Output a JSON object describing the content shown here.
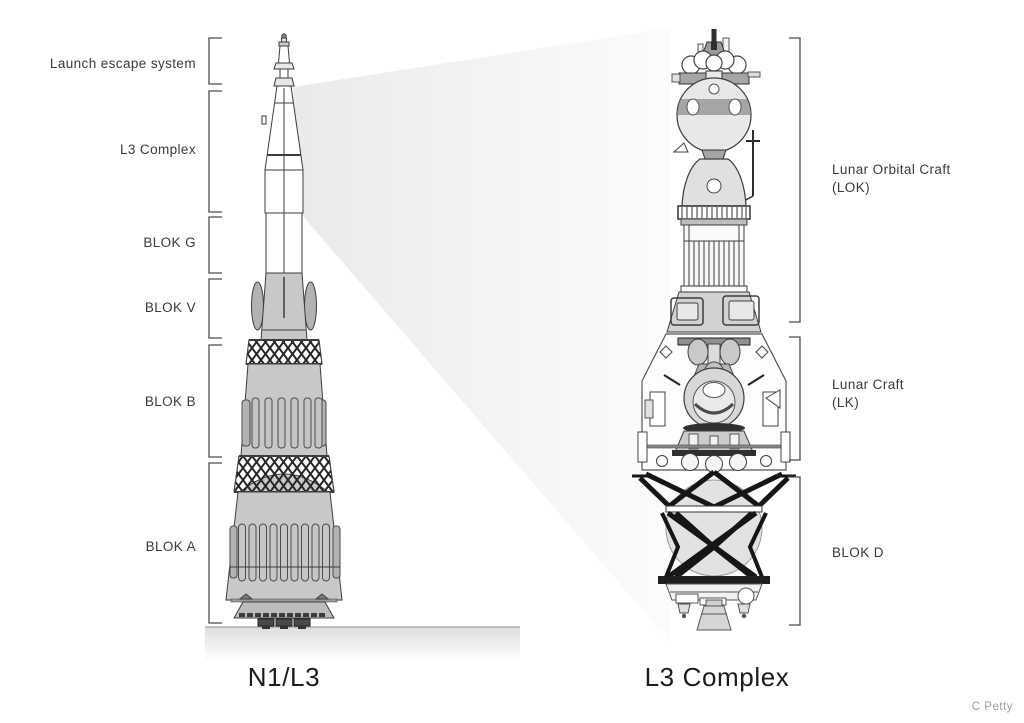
{
  "left_panel": {
    "caption": "N1/L3",
    "labels": {
      "launch_escape_system": "Launch escape system",
      "l3_complex": "L3 Complex",
      "blok_g": "BLOK G",
      "blok_v": "BLOK V",
      "blok_b": "BLOK B",
      "blok_a": "BLOK A"
    }
  },
  "right_panel": {
    "caption": "L3 Complex",
    "labels": {
      "lok_line1": "Lunar Orbital Craft",
      "lok_line2": "(LOK)",
      "lk_line1": "Lunar Craft",
      "lk_line2": "(LK)",
      "blok_d": "BLOK D"
    }
  },
  "credit": "C Petty",
  "colors": {
    "background": "#ffffff",
    "outline": "#3d3d3d",
    "bracket": "#4d4d4d",
    "stage_gray": "#c8c8c8",
    "craft_light_gray": "#e8e8e8",
    "band_gray": "#a5a5a5",
    "truss_black": "#1e1e1e",
    "zoom_wedge": "#ebebeb",
    "label_text": "#3a3a3a",
    "caption_text": "#1c1c1c",
    "credit_text": "#9c9c9c"
  }
}
